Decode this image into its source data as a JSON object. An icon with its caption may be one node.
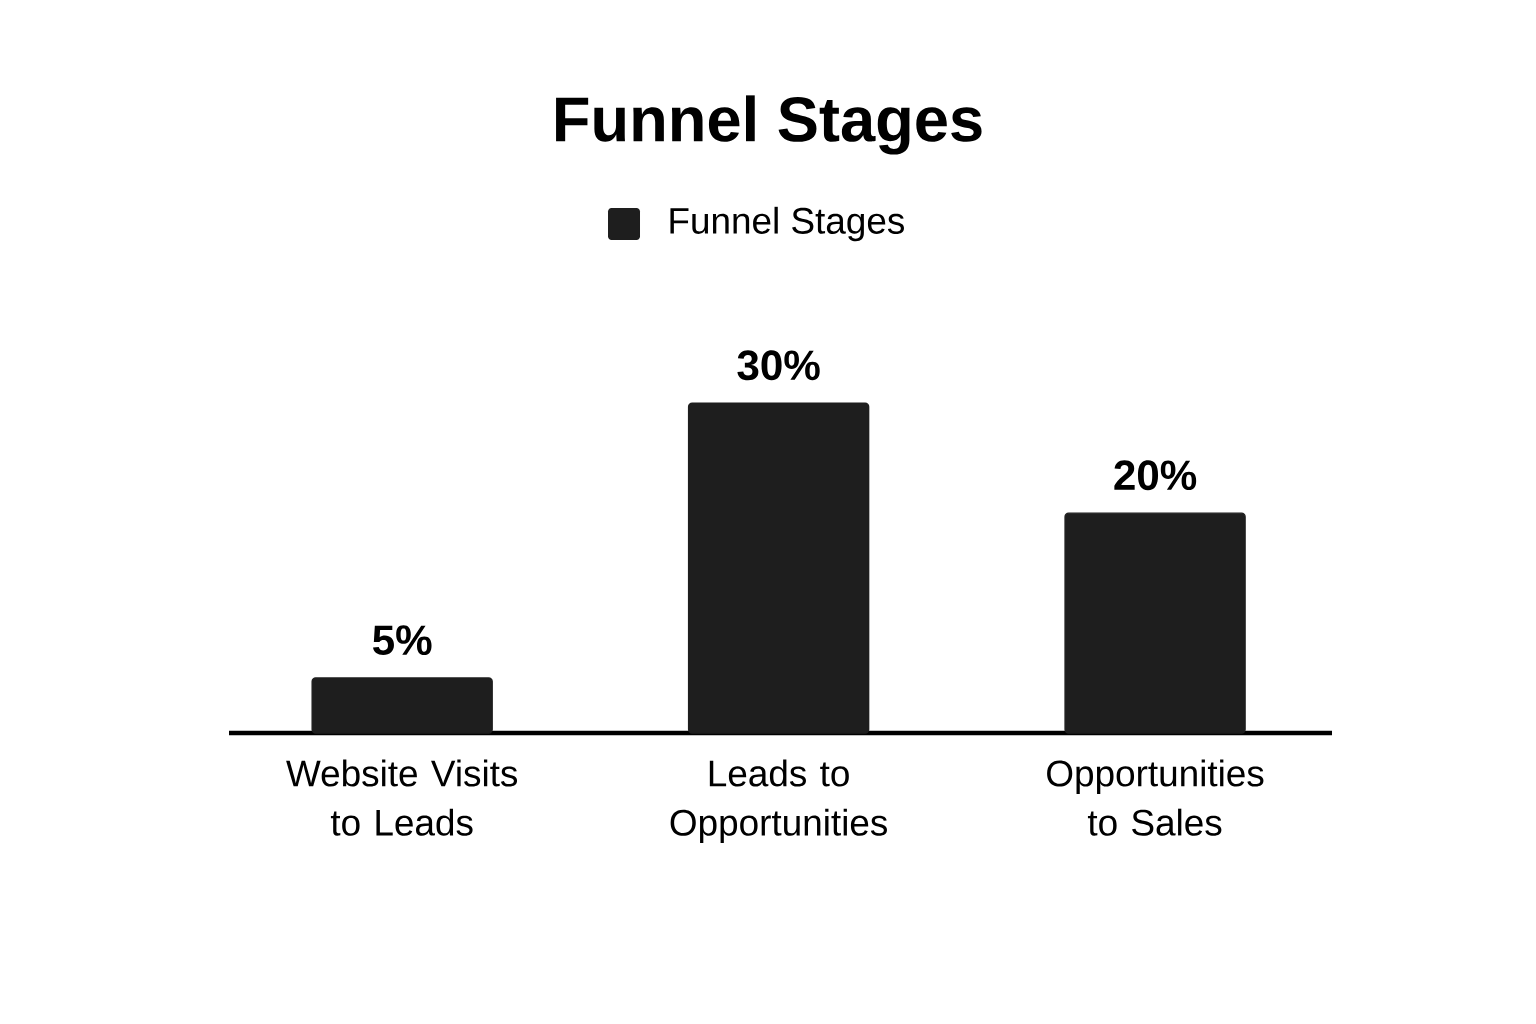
{
  "diagram": {
    "chart_data": {
      "type": "bar",
      "title": "Funnel Stages",
      "categories": [
        "Website Visits to Leads",
        "Leads to Opportunities",
        "Opportunities to Sales"
      ],
      "series": [
        {
          "name": "Funnel Stages",
          "color": "#1e1e1e",
          "values": [
            5,
            30,
            20
          ],
          "value_labels": [
            "5%",
            "30%",
            "20%"
          ]
        }
      ]
    }
  }
}
